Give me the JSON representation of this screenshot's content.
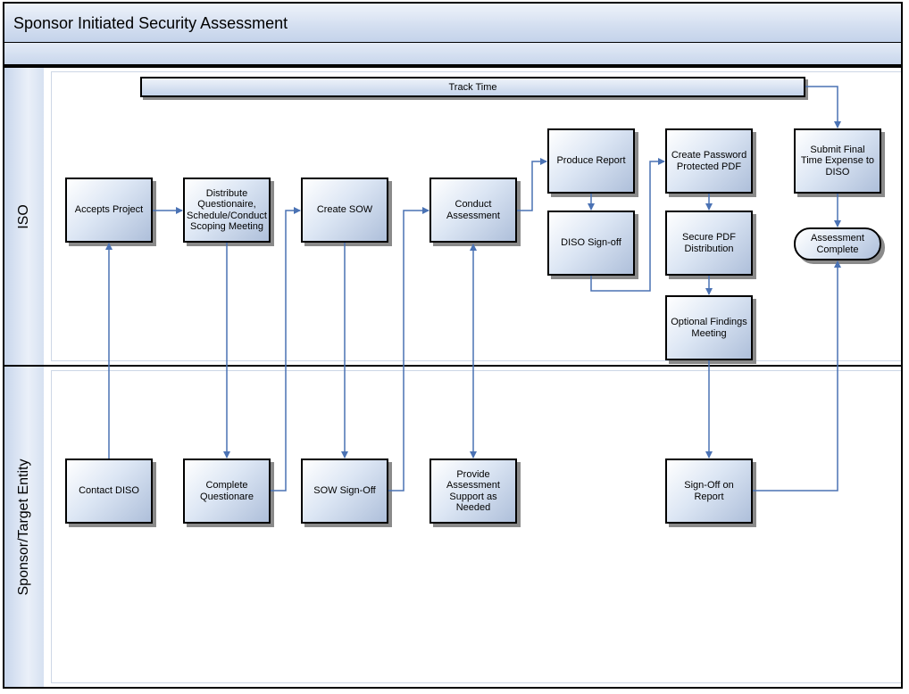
{
  "diagram": {
    "title": "Sponsor Initiated Security Assessment",
    "lanes": {
      "iso": "ISO",
      "sponsor": "Sponsor/Target Entity"
    },
    "track_time": "Track Time",
    "nodes": {
      "accepts_project": "Accepts Project",
      "distribute": "Distribute Questionaire, Schedule/Conduct Scoping Meeting",
      "create_sow": "Create SOW",
      "conduct_assessment": "Conduct Assessment",
      "produce_report": "Produce Report",
      "diso_signoff": "DISO Sign-off",
      "create_pdf": "Create Password Protected PDF",
      "secure_pdf": "Secure PDF Distribution",
      "optional_findings": "Optional Findings Meeting",
      "submit_final": "Submit Final Time Expense to DISO",
      "assessment_complete": "Assessment Complete",
      "contact_diso": "Contact DISO",
      "complete_questionare": "Complete Questionare",
      "sow_signoff": "SOW Sign-Off",
      "provide_support": "Provide Assessment Support as Needed",
      "signoff_report": "Sign-Off on Report"
    },
    "colors": {
      "connector": "#4a72b4",
      "border": "#000000",
      "shape_fill": "#c4d3ea"
    }
  }
}
